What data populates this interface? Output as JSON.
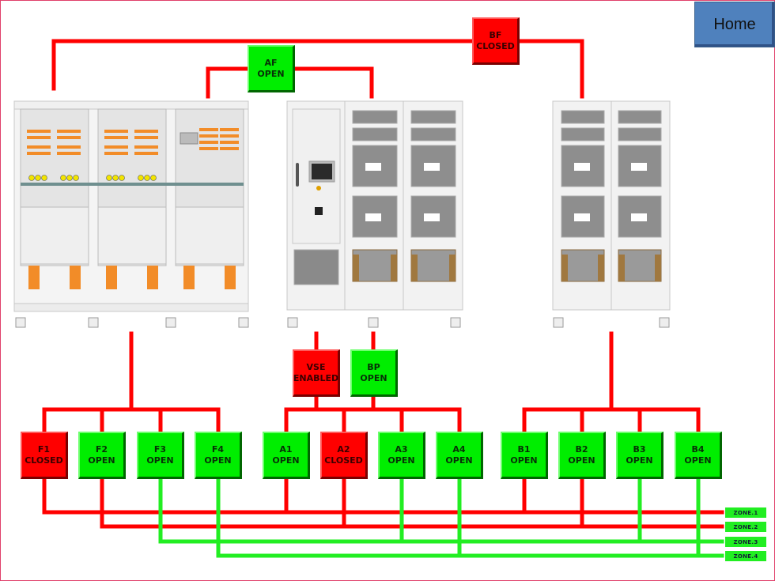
{
  "home_button": {
    "label": "Home"
  },
  "colors": {
    "live": "#ff0000",
    "open": "#00ee00",
    "home": "#4f81bd",
    "frame": "#e0406a"
  },
  "cabinets": [
    {
      "name": "switchgear-lineup",
      "icon": "switchgear-cabinet-icon"
    },
    {
      "name": "ups-module-lineup-a",
      "icon": "ups-cabinet-icon"
    },
    {
      "name": "ups-module-lineup-b",
      "icon": "ups-cabinet-icon"
    }
  ],
  "breakers": {
    "bf": {
      "name": "BF",
      "status": "CLOSED",
      "state": "closed"
    },
    "af": {
      "name": "AF",
      "status": "OPEN",
      "state": "open"
    },
    "vse": {
      "name": "VSE",
      "status": "ENABLED",
      "state": "enabled"
    },
    "bp": {
      "name": "BP",
      "status": "OPEN",
      "state": "open"
    },
    "f1": {
      "name": "F1",
      "status": "CLOSED",
      "state": "closed"
    },
    "f2": {
      "name": "F2",
      "status": "OPEN",
      "state": "open"
    },
    "f3": {
      "name": "F3",
      "status": "OPEN",
      "state": "open"
    },
    "f4": {
      "name": "F4",
      "status": "OPEN",
      "state": "open"
    },
    "a1": {
      "name": "A1",
      "status": "OPEN",
      "state": "open"
    },
    "a2": {
      "name": "A2",
      "status": "CLOSED",
      "state": "closed"
    },
    "a3": {
      "name": "A3",
      "status": "OPEN",
      "state": "open"
    },
    "a4": {
      "name": "A4",
      "status": "OPEN",
      "state": "open"
    },
    "b1": {
      "name": "B1",
      "status": "OPEN",
      "state": "open"
    },
    "b2": {
      "name": "B2",
      "status": "OPEN",
      "state": "open"
    },
    "b3": {
      "name": "B3",
      "status": "OPEN",
      "state": "open"
    },
    "b4": {
      "name": "B4",
      "status": "OPEN",
      "state": "open"
    }
  },
  "zones": [
    {
      "label": "ZONE.1",
      "energized": true
    },
    {
      "label": "ZONE.2",
      "energized": true
    },
    {
      "label": "ZONE.3",
      "energized": false
    },
    {
      "label": "ZONE.4",
      "energized": false
    }
  ]
}
